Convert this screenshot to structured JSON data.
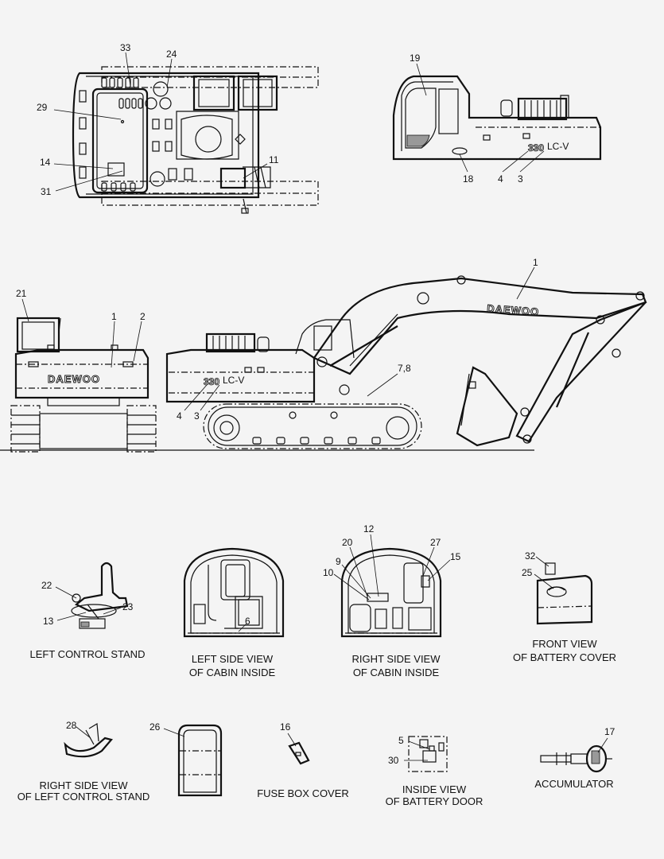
{
  "brand_text": "DAEWOO",
  "model_text": "330",
  "model_suffix": "LC-V",
  "captions": {
    "left_control_stand": "LEFT CONTROL STAND",
    "left_side_cabin_1": "LEFT SIDE VIEW",
    "left_side_cabin_2": "OF CABIN INSIDE",
    "right_side_cabin_1": "RIGHT SIDE VIEW",
    "right_side_cabin_2": "OF CABIN INSIDE",
    "battery_cover_1": "FRONT VIEW",
    "battery_cover_2": "OF BATTERY COVER",
    "right_side_stand_1": "RIGHT SIDE VIEW",
    "right_side_stand_2": "OF LEFT CONTROL STAND",
    "fuse_box": "FUSE BOX COVER",
    "battery_door_1": "INSIDE VIEW",
    "battery_door_2": "OF BATTERY DOOR",
    "accumulator": "ACCUMULATOR"
  },
  "callouts": {
    "top": [
      "33",
      "24",
      "29",
      "14",
      "31",
      "11"
    ],
    "side_small": [
      "19",
      "18",
      "4",
      "3"
    ],
    "rear": [
      "21",
      "1",
      "2"
    ],
    "main": [
      "1",
      "7,8",
      "4",
      "3"
    ],
    "stand": [
      "22",
      "23",
      "13"
    ],
    "left_cabin": [
      "6"
    ],
    "right_cabin": [
      "12",
      "20",
      "27",
      "9",
      "15",
      "10"
    ],
    "battery_cover": [
      "32",
      "25"
    ],
    "right_stand": [
      "28"
    ],
    "fuse": [
      "26",
      "16"
    ],
    "battery_door": [
      "5",
      "30"
    ],
    "accumulator": [
      "17"
    ]
  }
}
